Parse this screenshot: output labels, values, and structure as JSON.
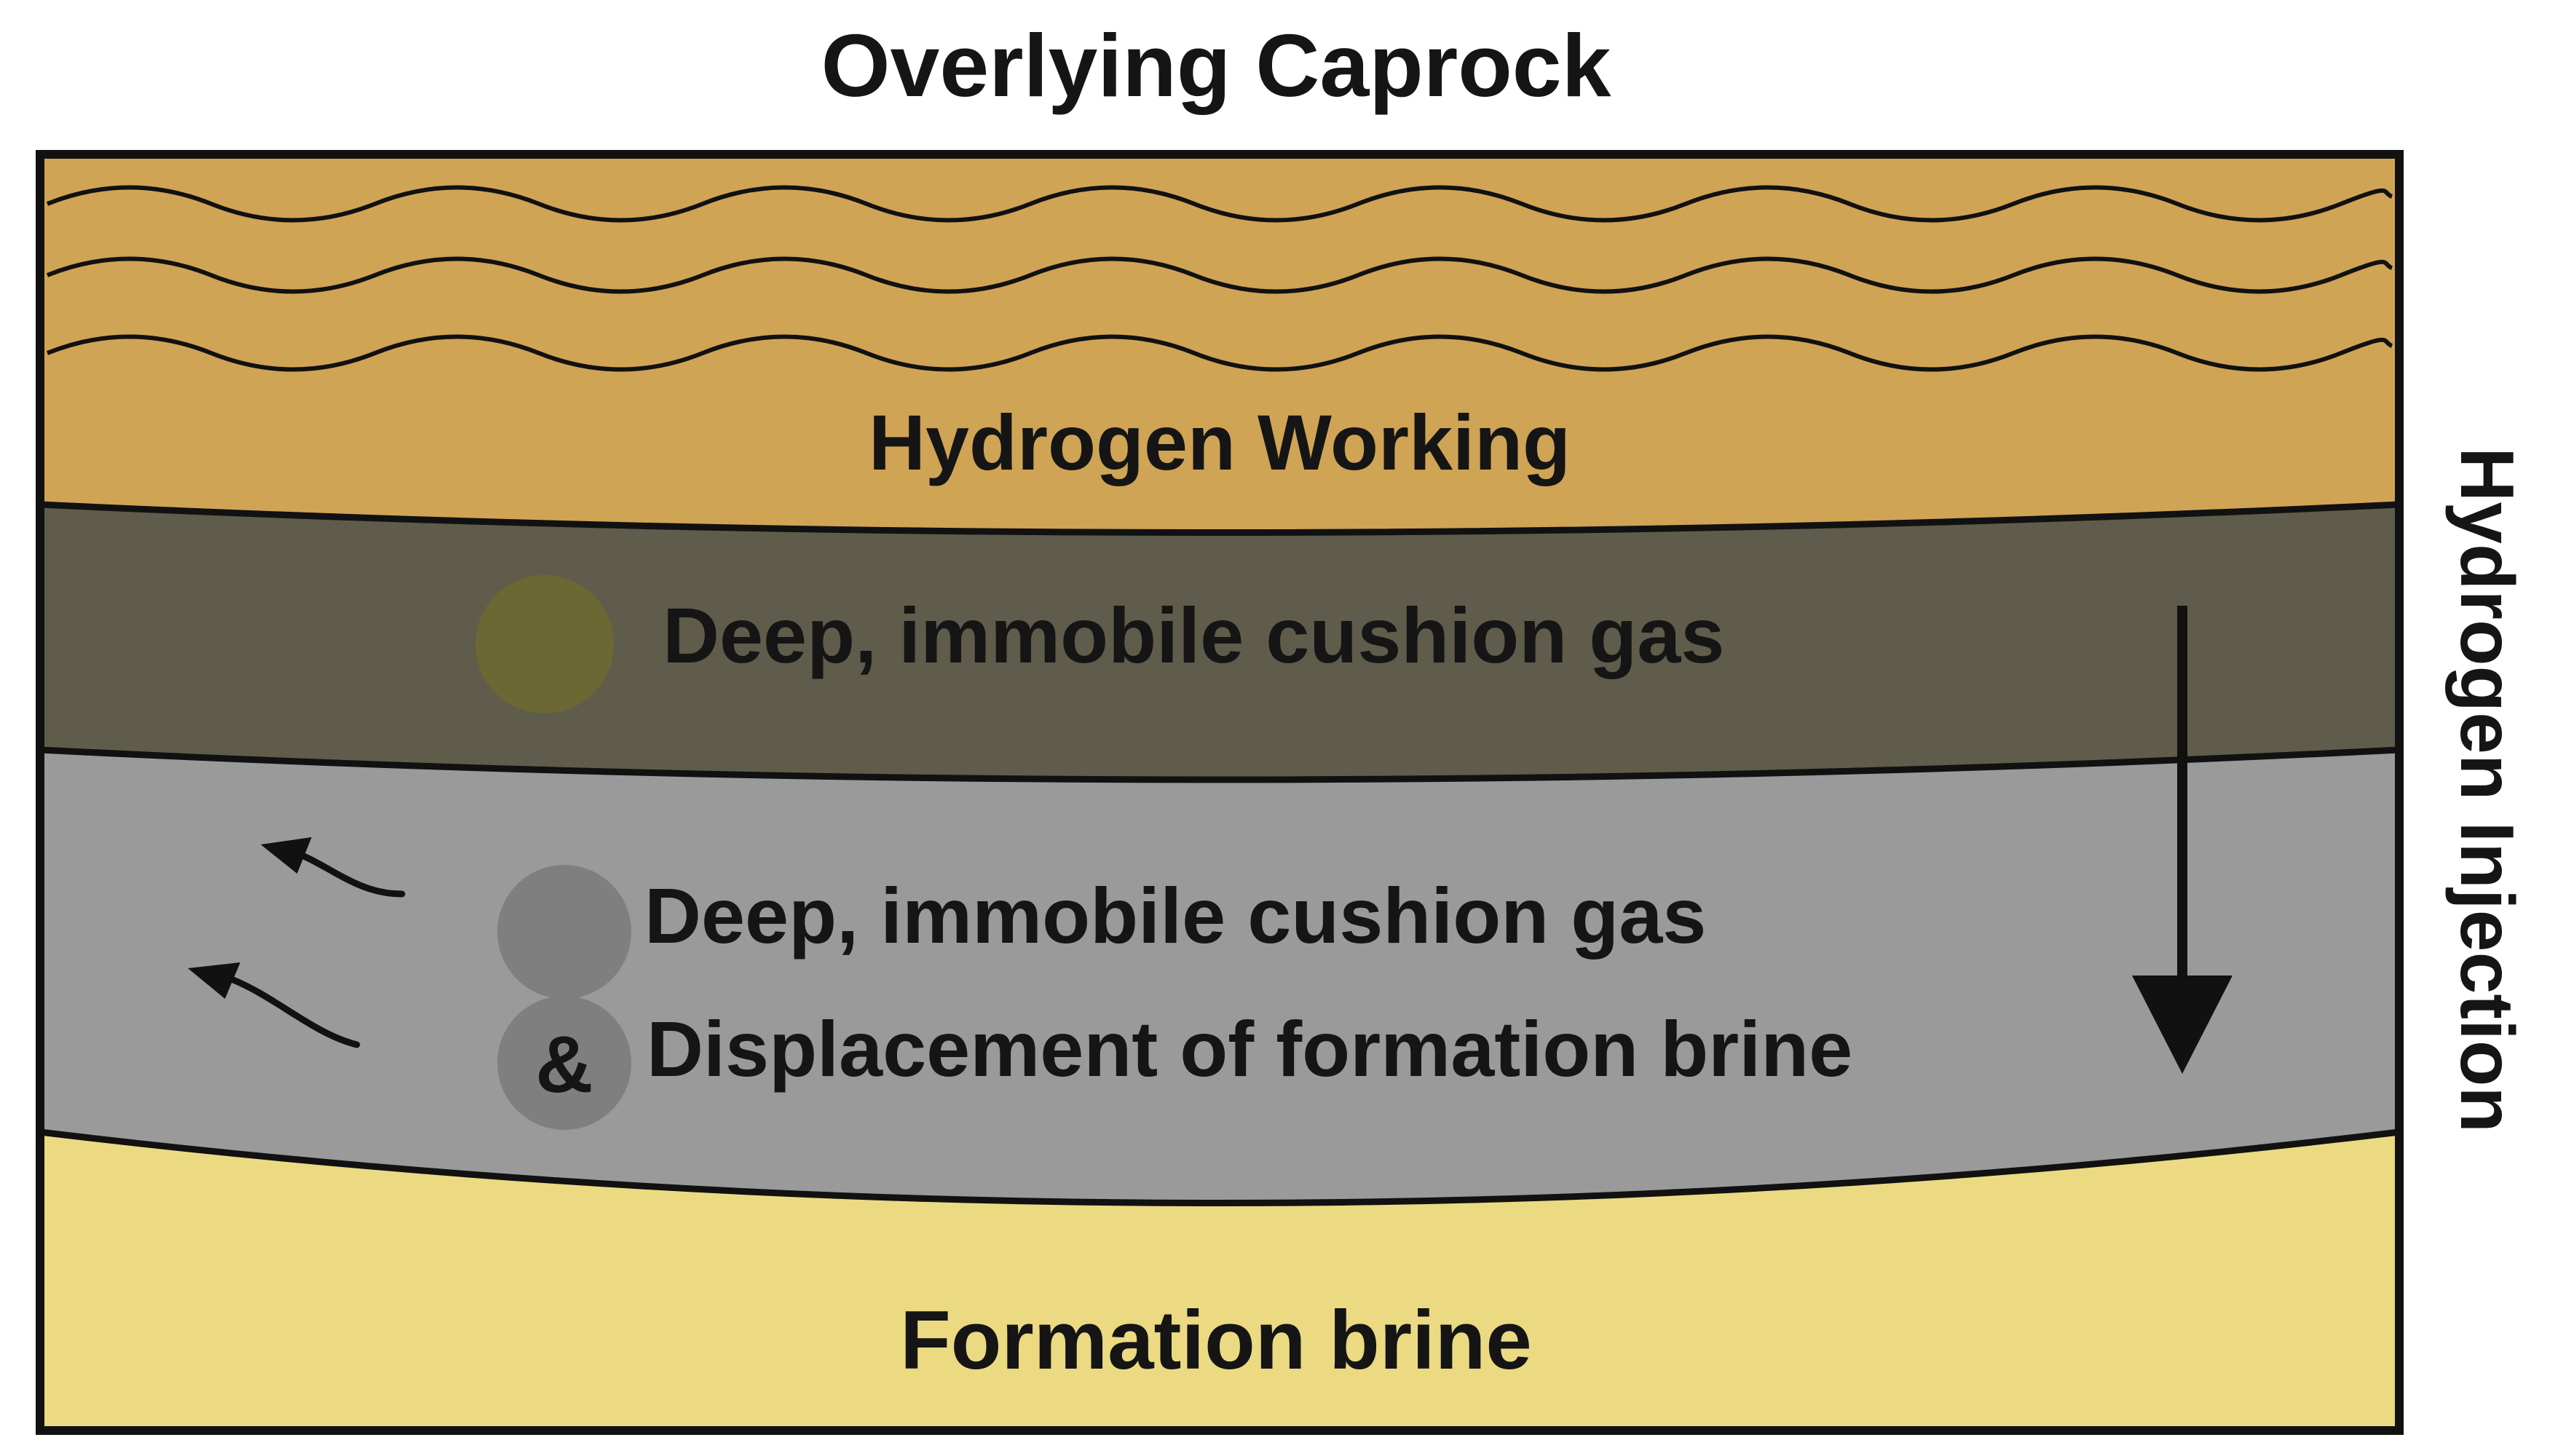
{
  "title": "Overlying Caprock",
  "side_label": "Hydrogen Injection",
  "layers": {
    "working": {
      "label": "Hydrogen Working",
      "color": "#D0A455"
    },
    "cushion": {
      "label": "Deep, immobile  cushion gas",
      "color": "#5F5C4B",
      "marker_color": "#6C6834"
    },
    "mixing": {
      "line1": "Deep, immobile  cushion gas",
      "ampersand": "&",
      "line2": "Displacement of formation brine",
      "color": "#9A9A9A",
      "marker_color": "#7F7F7F"
    },
    "brine": {
      "label": "Formation brine",
      "color": "#EBDA82"
    }
  },
  "colors": {
    "outline": "#111111",
    "text": "#151515"
  }
}
